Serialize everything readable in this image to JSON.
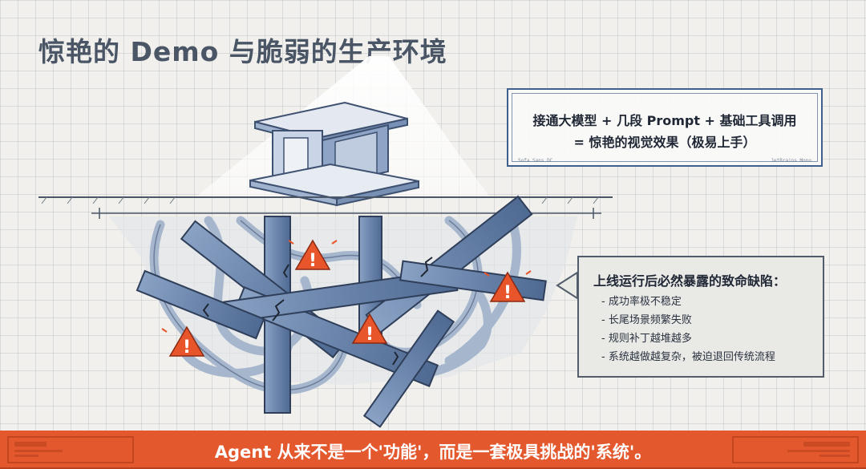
{
  "title": "惊艳的 Demo 与脆弱的生产环境",
  "formula": {
    "line1": "接通大模型 + 几段 Prompt + 基础工具调用",
    "line2": "= 惊艳的视觉效果（极易上手）",
    "footer_left": "Sofa Sans DC",
    "footer_right": "JetBrains Mono"
  },
  "risks": {
    "title": "上线运行后必然暴露的致命缺陷：",
    "items": [
      "成功率极不稳定",
      "长尾场景频繁失败",
      "规则补丁越堆越多",
      "系统越做越复杂，被迫退回传统流程"
    ]
  },
  "banner": {
    "text": "Agent 从来不是一个'功能'，而是一套极具挑战的'系统'。"
  },
  "colors": {
    "accent": "#e4582d",
    "beam": "#6e88ad",
    "warning": "#e8552a",
    "title": "#4a5566"
  },
  "icons": [
    "warning-icon",
    "pavilion-illustration",
    "tangled-beams-illustration"
  ]
}
